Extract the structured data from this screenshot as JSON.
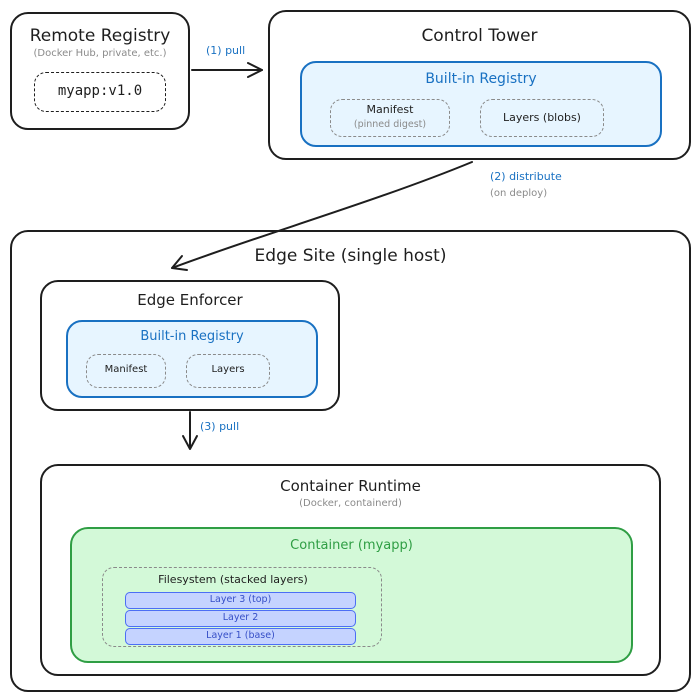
{
  "remote_registry": {
    "title": "Remote Registry",
    "subtitle": "(Docker Hub, private, etc.)",
    "image_tag": "myapp:v1.0"
  },
  "control_tower": {
    "title": "Control Tower",
    "registry": {
      "title": "Built-in Registry",
      "manifest": "Manifest",
      "manifest_note": "(pinned digest)",
      "layers": "Layers (blobs)"
    }
  },
  "edge_site": {
    "title": "Edge Site (single host)",
    "enforcer": {
      "title": "Edge Enforcer",
      "registry": {
        "title": "Built-in Registry",
        "manifest": "Manifest",
        "layers": "Layers"
      }
    },
    "runtime": {
      "title": "Container Runtime",
      "subtitle": "(Docker, containerd)",
      "container": {
        "title": "Container (myapp)",
        "filesystem": {
          "title": "Filesystem (stacked layers)",
          "layers": [
            "Layer 3 (top)",
            "Layer 2",
            "Layer 1 (base)"
          ]
        }
      }
    }
  },
  "arrows": {
    "pull": "(1) pull",
    "distribute": "(2) distribute",
    "distribute_note": "(on deploy)",
    "pull_local": "(3) pull"
  },
  "colors": {
    "stroke": "#1e1e1e",
    "registry_blue": "#1971c2",
    "registry_fill": "#e7f5ff",
    "container_green": "#2f9e44",
    "container_fill": "#d3f9d8",
    "layer_blue": "#4c6ef5",
    "layer_fill": "#c5d3ff",
    "muted": "#8a8a8a"
  }
}
